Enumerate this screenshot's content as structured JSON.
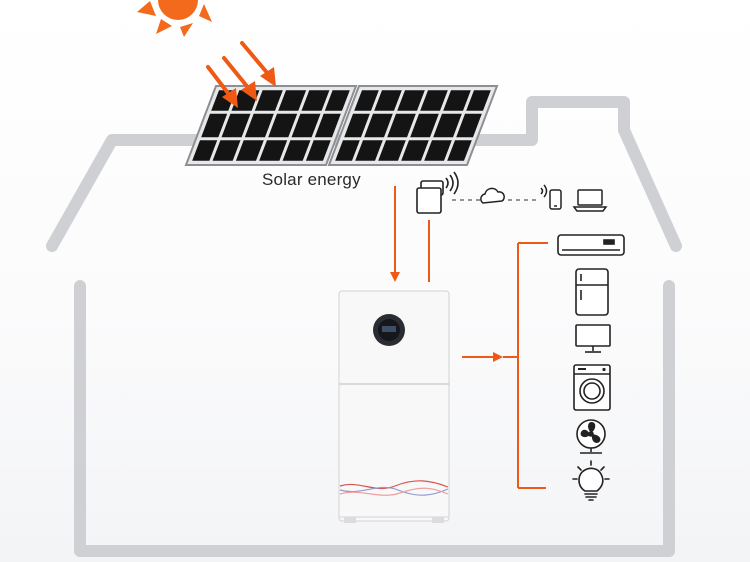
{
  "diagram": {
    "solar_label": "Solar energy",
    "colors": {
      "accent": "#ee5a15",
      "sun": "#f46a1c",
      "house_outline": "#cfd0d3",
      "panel_cell": "#141414",
      "icon_stroke": "#222222",
      "unit_body": "#f7f7f7"
    },
    "appliances": [
      "air-conditioner",
      "refrigerator",
      "television",
      "washing-machine",
      "fan",
      "light-bulb"
    ],
    "remote_devices": [
      "wifi-module",
      "cloud",
      "smartphone",
      "laptop"
    ]
  }
}
